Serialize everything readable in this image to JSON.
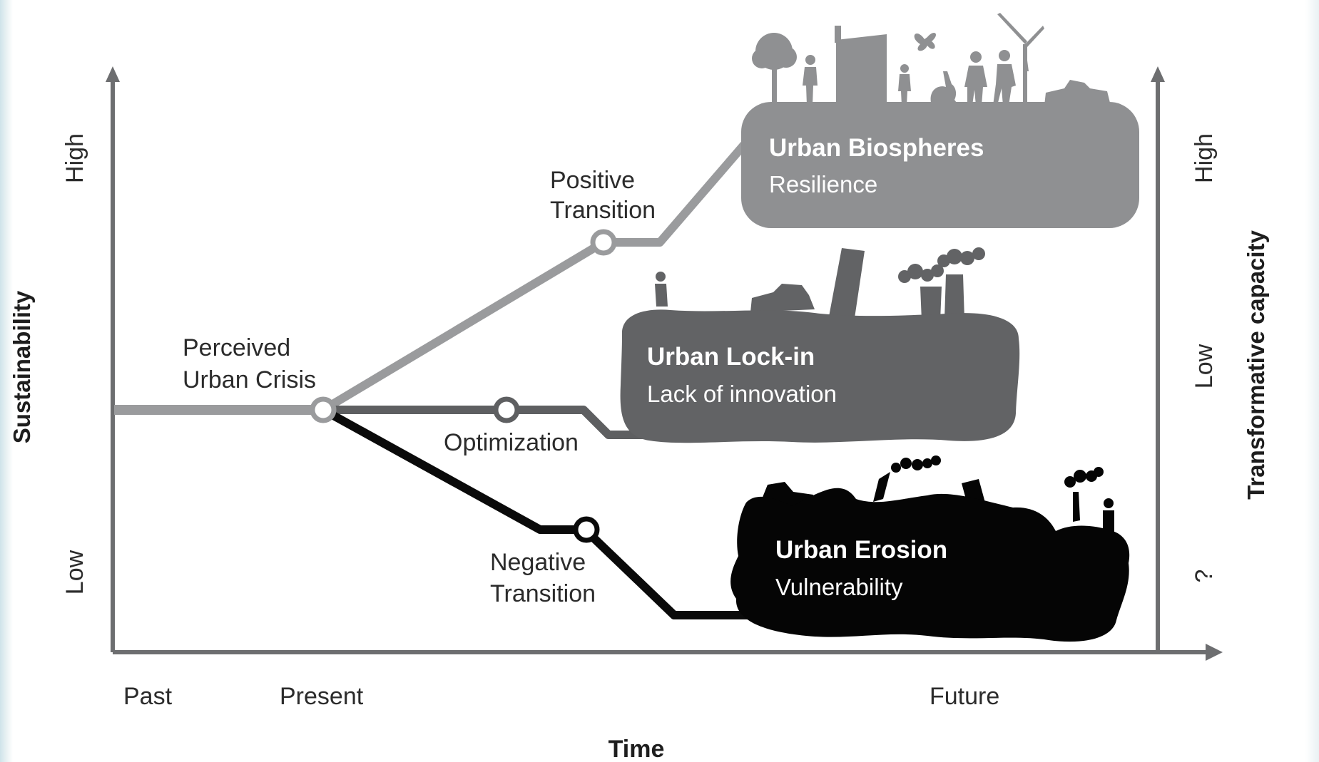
{
  "axes": {
    "x_title": "Time",
    "y_left_title": "Sustainability",
    "y_right_title": "Transformative capacity",
    "y_left_ticks": {
      "high": "High",
      "low": "Low"
    },
    "y_right_ticks": {
      "high": "High",
      "mid": "Low",
      "low": "?"
    },
    "x_ticks": {
      "past": "Past",
      "present": "Present",
      "future": "Future"
    }
  },
  "nodes": {
    "crisis": [
      "Perceived",
      "Urban Crisis"
    ],
    "positive": [
      "Positive",
      "Transition"
    ],
    "optimization": "Optimization",
    "negative": [
      "Negative",
      "Transition"
    ]
  },
  "outcomes": {
    "biospheres": {
      "title": "Urban Biospheres",
      "subtitle": "Resilience"
    },
    "lockin": {
      "title": "Urban Lock-in",
      "subtitle": "Lack of innovation"
    },
    "erosion": {
      "title": "Urban Erosion",
      "subtitle": "Vulnerability"
    }
  },
  "colors": {
    "axis": "#6d6e70",
    "positive_path": "#9a9b9d",
    "optimization_path": "#5e5f61",
    "negative_path": "#0a0a0a",
    "biospheres": "#8f9092",
    "lockin": "#626365",
    "erosion": "#050505"
  }
}
